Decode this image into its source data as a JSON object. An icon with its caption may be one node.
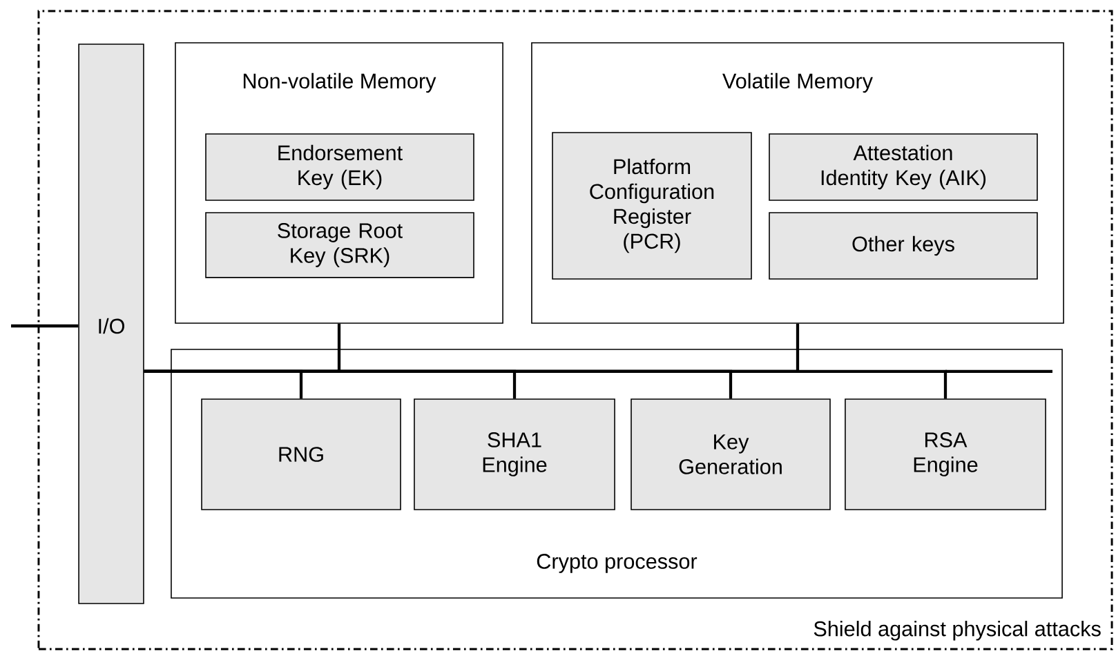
{
  "diagram": {
    "nodes": [
      {
        "text": [
          "Shield against physical attacks"
        ]
      },
      {
        "text": [
          "I/O"
        ],
        "in": 0
      },
      {
        "text": [
          "Non-volatile Memory"
        ],
        "in": 0
      },
      {
        "text": [
          "Endorsement Key (EK)"
        ],
        "in": 2
      },
      {
        "text": [
          "Storage Root Key (SRK)"
        ],
        "in": 2
      },
      {
        "text": [
          "Volatile Memory"
        ],
        "in": 0
      },
      {
        "text": [
          "Platform Configuration Register (PCR)"
        ],
        "in": 5
      },
      {
        "text": [
          "Attestation Identity Key (AIK)"
        ],
        "in": 5
      },
      {
        "text": [
          "Other keys"
        ],
        "in": 5
      },
      {
        "text": [
          "Crypto processor"
        ],
        "in": 0
      },
      {
        "text": [
          "RNG"
        ],
        "in": 9
      },
      {
        "text": [
          "SHA1 Engine"
        ],
        "in": 9
      },
      {
        "text": [
          "Key Generation"
        ],
        "in": 9
      },
      {
        "text": [
          "RSA Engine"
        ],
        "in": 9
      }
    ],
    "edges": [
      {
        "from": null,
        "to": 1,
        "arrow": "none"
      },
      {
        "from": 1,
        "to": 2,
        "arrow": "none"
      },
      {
        "from": 1,
        "to": 5,
        "arrow": "none"
      },
      {
        "from": 1,
        "to": 10,
        "arrow": "none"
      },
      {
        "from": 1,
        "to": 11,
        "arrow": "none"
      },
      {
        "from": 1,
        "to": 12,
        "arrow": "none"
      },
      {
        "from": 1,
        "to": 13,
        "arrow": "none"
      }
    ]
  }
}
